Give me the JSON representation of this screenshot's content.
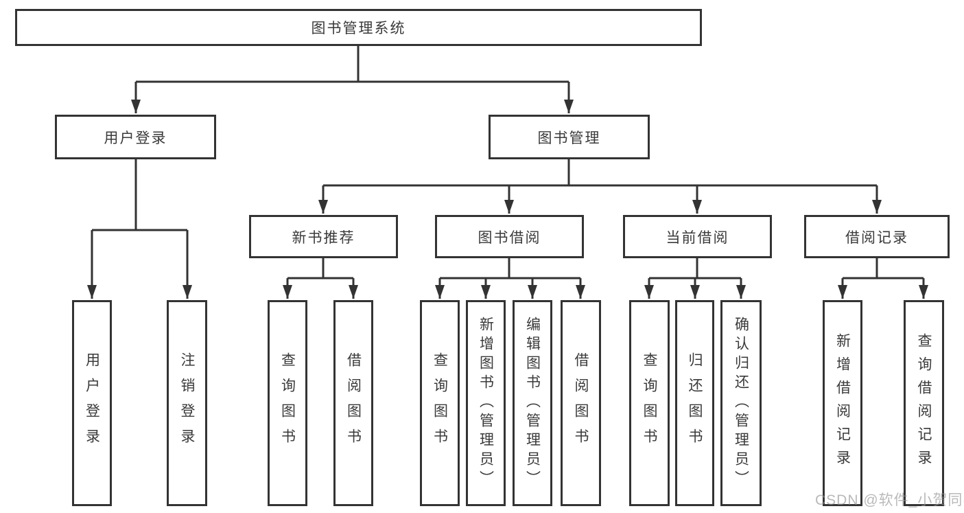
{
  "diagram": {
    "root": {
      "label": "图书管理系统"
    },
    "branches": [
      {
        "label": "用户登录",
        "children": [
          {
            "label": "用户登录"
          },
          {
            "label": "注销登录"
          }
        ]
      },
      {
        "label": "图书管理",
        "sections": [
          {
            "label": "新书推荐",
            "children": [
              {
                "label": "查询图书"
              },
              {
                "label": "借阅图书"
              }
            ]
          },
          {
            "label": "图书借阅",
            "children": [
              {
                "label": "查询图书"
              },
              {
                "label": "新增图书（管理员）"
              },
              {
                "label": "编辑图书（管理员）"
              },
              {
                "label": "借阅图书"
              }
            ]
          },
          {
            "label": "当前借阅",
            "children": [
              {
                "label": "查询图书"
              },
              {
                "label": "归还图书"
              },
              {
                "label": "确认归还（管理员）"
              }
            ]
          },
          {
            "label": "借阅记录",
            "children": [
              {
                "label": "新增借阅记录"
              },
              {
                "label": "查询借阅记录"
              }
            ]
          }
        ]
      }
    ]
  },
  "watermark": {
    "text": "CSDN @软件_小贺同学"
  },
  "colors": {
    "line": "#333333",
    "box_border": "#333333",
    "text": "#3a3a3a",
    "watermark": "#949494",
    "background": "#ffffff"
  }
}
